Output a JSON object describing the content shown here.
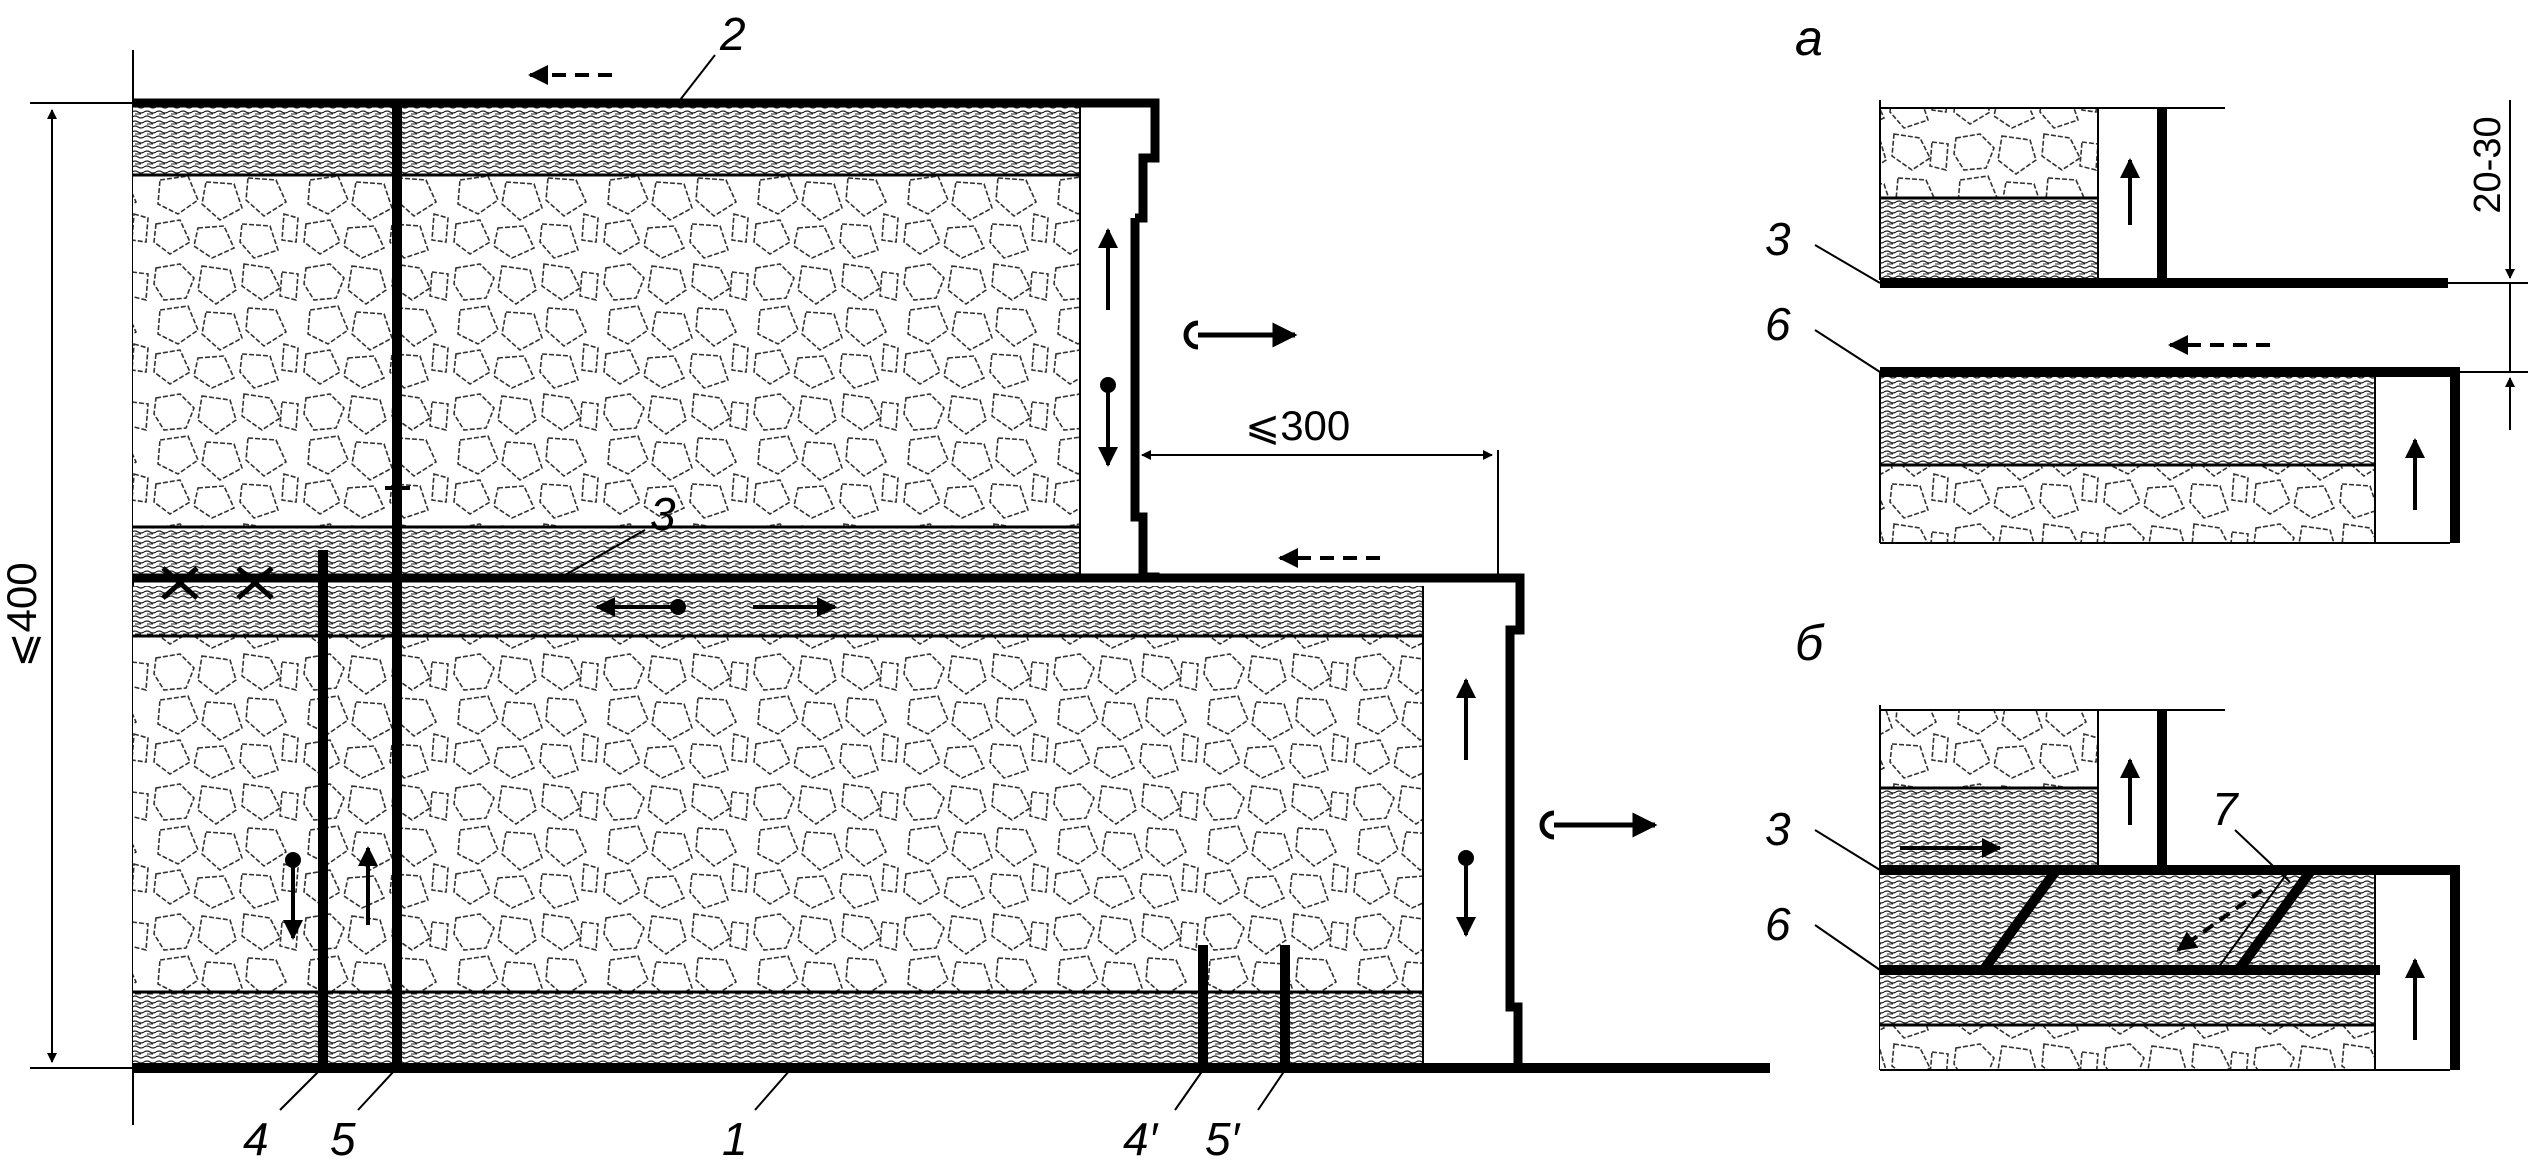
{
  "labels": {
    "n1": "1",
    "n2": "2",
    "n3": "3",
    "n4": "4",
    "n5": "5",
    "n4p": "4′",
    "n5p": "5′",
    "a_n3": "3",
    "a_n6": "6",
    "b_n3": "3",
    "b_n6": "6",
    "b_n7": "7"
  },
  "dimensions": {
    "height": "⩽400",
    "spacing": "⩽300",
    "gap": "20-30"
  },
  "insets": {
    "a": "а",
    "b": "б"
  },
  "colors": {
    "line": "#000000",
    "background": "#ffffff"
  }
}
